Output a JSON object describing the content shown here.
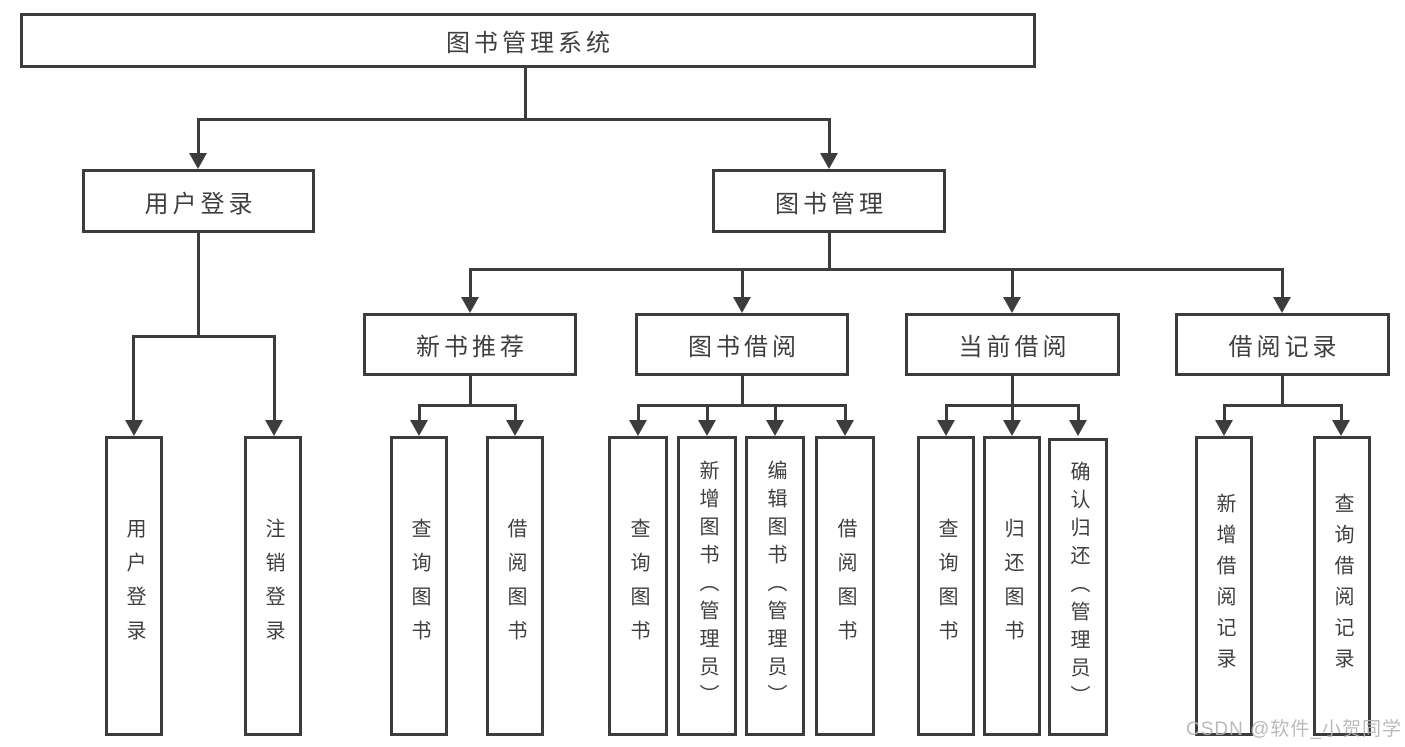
{
  "title": "图书管理系统",
  "tree": {
    "root": "图书管理系统",
    "branches": [
      {
        "label": "用户登录",
        "leaves": [
          "用户登录",
          "注销登录"
        ]
      },
      {
        "label": "图书管理",
        "children": [
          {
            "label": "新书推荐",
            "leaves": [
              "查询图书",
              "借阅图书"
            ]
          },
          {
            "label": "图书借阅",
            "leaves": [
              "查询图书",
              "新增图书（管理员）",
              "编辑图书（管理员）",
              "借阅图书"
            ]
          },
          {
            "label": "当前借阅",
            "leaves": [
              "查询图书",
              "归还图书",
              "确认归还（管理员）"
            ]
          },
          {
            "label": "借阅记录",
            "leaves": [
              "新增借阅记录",
              "查询借阅记录"
            ]
          }
        ]
      }
    ]
  },
  "watermark": "CSDN @软件_小贺同学",
  "colors": {
    "line": "#3c3c3c",
    "text": "#3f3f3f",
    "background": "#ffffff",
    "watermark": "#b4b4b4"
  }
}
